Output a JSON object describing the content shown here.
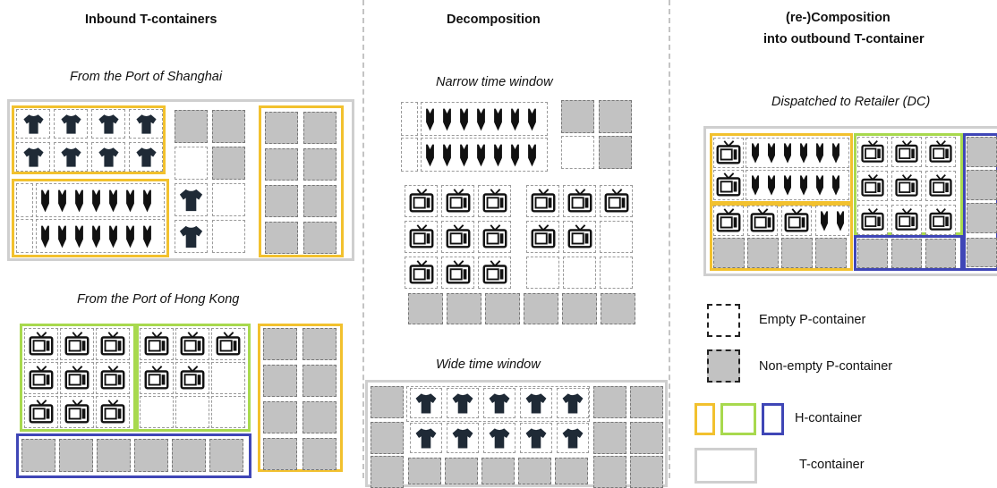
{
  "headers": {
    "inbound": "Inbound T-containers",
    "decomposition": "Decomposition",
    "recomposition_line1": "(re-)Composition",
    "recomposition_line2": "into outbound T-container"
  },
  "subtitles": {
    "shanghai": "From the Port of Shanghai",
    "hongkong": "From the Port of Hong Kong",
    "narrow": "Narrow time window",
    "wide": "Wide time window",
    "dispatched": "Dispatched to Retailer (DC)"
  },
  "legend": {
    "empty": "Empty P-container",
    "nonempty": "Non-empty P-container",
    "h_container": "H-container",
    "t_container": "T-container"
  },
  "colors": {
    "h_yellow": "#f2c12e",
    "h_green": "#a8d94e",
    "h_blue": "#3f46b6",
    "t_container": "#cfcfcf",
    "nonempty_fill": "#c2c2c2"
  },
  "icons": [
    "tshirt-icon",
    "swimsuit-icon",
    "tv-icon"
  ]
}
